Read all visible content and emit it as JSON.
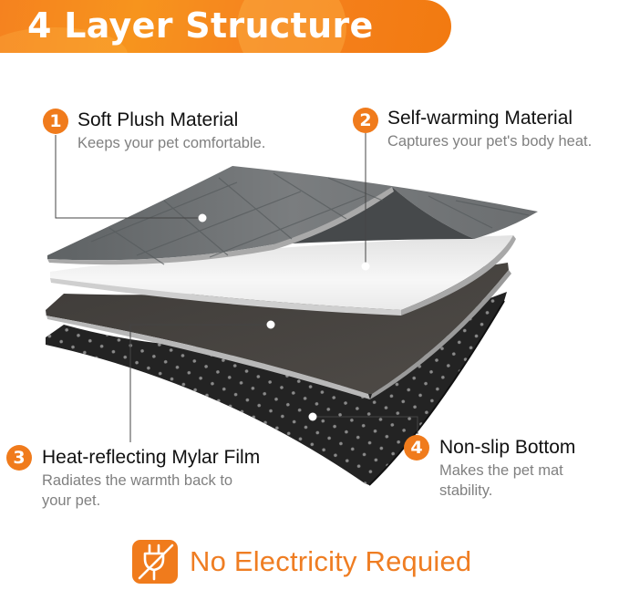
{
  "banner": {
    "title": "4 Layer Structure",
    "color": "#F5821F"
  },
  "layers": [
    {
      "number": "1",
      "title": "Soft Plush Material",
      "description": "Keeps your pet comfortable.",
      "layer_color": "#6f7274"
    },
    {
      "number": "2",
      "title": "Self-warming Material",
      "description": "Captures your pet's body heat.",
      "layer_color": "#f2f2f2"
    },
    {
      "number": "3",
      "title": "Heat-reflecting Mylar Film",
      "description": "Radiates the warmth back to your pet.",
      "layer_color": "#4a4744"
    },
    {
      "number": "4",
      "title": "Non-slip Bottom",
      "description": "Makes the pet mat stability.",
      "layer_color": "#2b2b2b"
    }
  ],
  "footer": {
    "icon": "no-plug-icon",
    "text": "No Electricity Requied",
    "color": "#EF7D22"
  }
}
